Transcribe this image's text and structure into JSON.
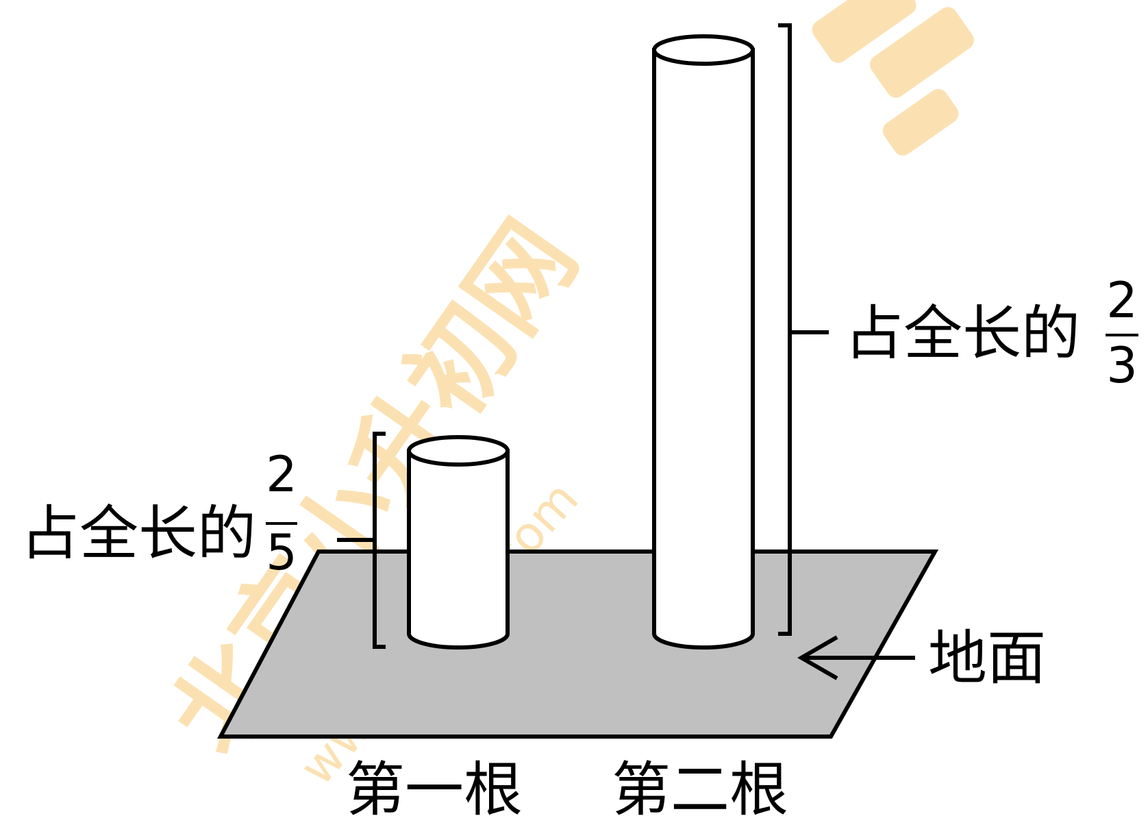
{
  "pole_1": {
    "name": "第一根",
    "annotation": "占全长的",
    "fraction": {
      "numerator": "2",
      "denominator": "5"
    },
    "fraction_value": 0.4
  },
  "pole_2": {
    "name": "第二根",
    "annotation": "占全长的",
    "fraction": {
      "numerator": "2",
      "denominator": "3"
    },
    "fraction_value": 0.6667
  },
  "ground_label": "地面",
  "watermark": {
    "text": "北京小升初网",
    "url_text": "www.xschu.com",
    "color": "#f7c873"
  },
  "colors": {
    "ground": "#c0c0c0",
    "outline": "#000000",
    "pole_fill": "#ffffff"
  }
}
